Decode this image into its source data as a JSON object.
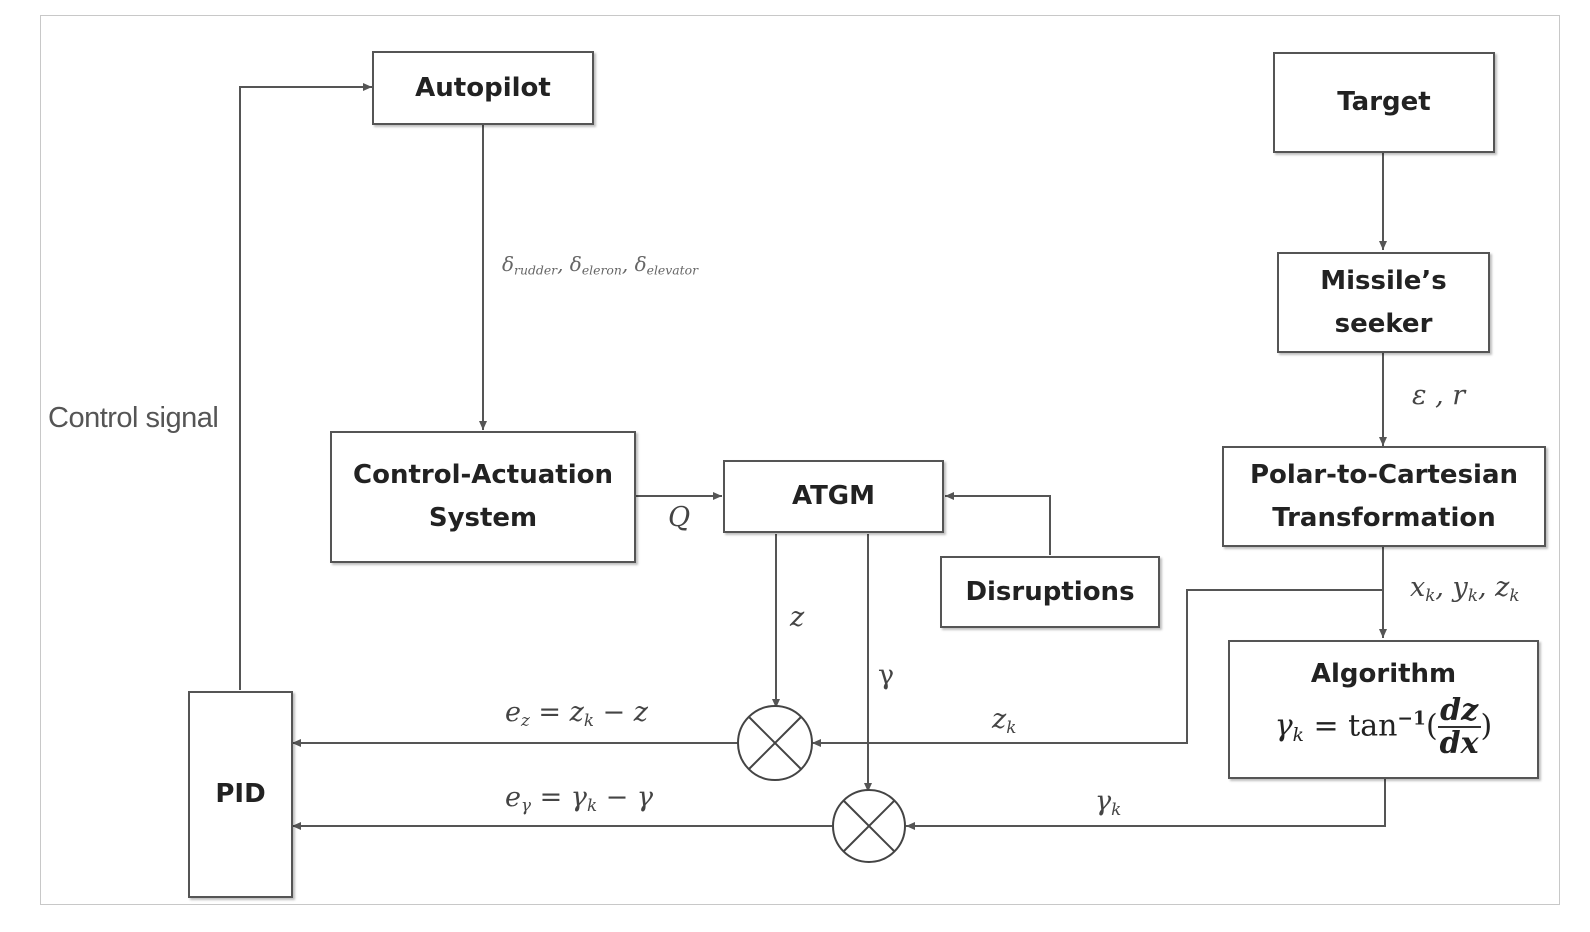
{
  "blocks": {
    "autopilot": "Autopilot",
    "target": "Target",
    "seeker": "Missile’s\nseeker",
    "cas": "Control-Actuation\nSystem",
    "atgm": "ATGM",
    "polar": "Polar-to-Cartesian\nTransformation",
    "disruptions": "Disruptions",
    "algorithm": "Algorithm",
    "pid": "PID"
  },
  "algorithm_equation": {
    "lhs": "γ",
    "lhs_sub": "k",
    "op": "= tan",
    "sup": "−1",
    "open": "(",
    "num": "dz",
    "den": "dx",
    "close": ")"
  },
  "labels": {
    "control_signal": "Control signal",
    "q": "Q",
    "z": "z",
    "gamma": "γ",
    "eps_r": "ε , r",
    "zk_sym": "z",
    "zk_sub": "k",
    "gk_sym": "γ",
    "gk_sub": "k"
  },
  "deltas": {
    "d": "δ",
    "rudder": "rudder",
    "eleron": "eleron",
    "elevator": "elevator",
    "sep": ", "
  },
  "coords": {
    "x": "x",
    "xs": "k",
    "y": "y",
    "ys": "k",
    "z": "z",
    "zs": "k",
    "sep": ", "
  },
  "errors": {
    "ez": {
      "e": "e",
      "es": "z",
      "eq": " = z",
      "ks": "k",
      "tail": " − z"
    },
    "eg": {
      "e": "e",
      "es": "γ",
      "eq": " = γ",
      "ks": "k",
      "tail": " − γ"
    }
  },
  "colors": {
    "line": "#555555",
    "text": "#222222",
    "frame": "#c8c8c8"
  }
}
